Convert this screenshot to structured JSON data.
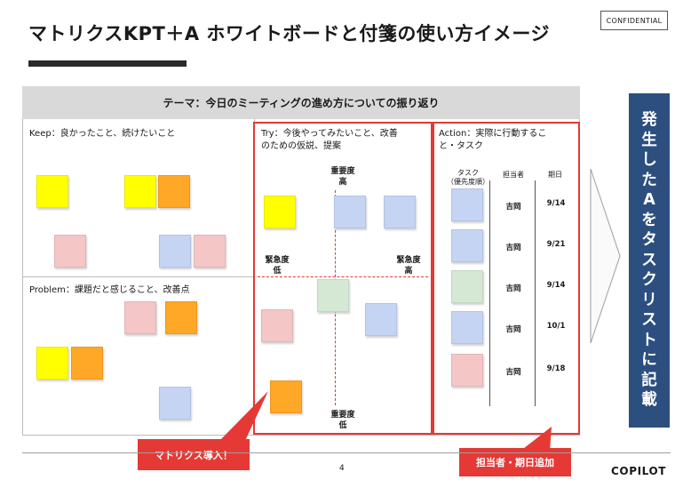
{
  "header": {
    "title": "マトリクスKPT＋A ホワイトボードと付箋の使い方イメージ",
    "confidential": "CONFIDENTIAL"
  },
  "board": {
    "theme": "テーマ：今日のミーティングの進め方についての振り返り",
    "keep_label": "Keep：良かったこと、続けたいこと",
    "problem_label": "Problem：課題だと感じること、改善点",
    "try_label_line1": "Try：今後やってみたいこと、改善",
    "try_label_line2": "のための仮説、提案",
    "action_label_line1": "Action：実際に行動するこ",
    "action_label_line2": "と・タスク"
  },
  "matrix": {
    "importance": "重要度",
    "urgency": "緊急度",
    "high": "高",
    "low": "低"
  },
  "action_table": {
    "task_header_line1": "タスク",
    "task_header_line2": "（優先度順）",
    "owner_header": "担当者",
    "due_header": "期日",
    "rows": [
      {
        "color": "blue",
        "owner": "吉岡",
        "due": "9/14"
      },
      {
        "color": "blue",
        "owner": "吉岡",
        "due": "9/21"
      },
      {
        "color": "green",
        "owner": "吉岡",
        "due": "9/14"
      },
      {
        "color": "blue",
        "owner": "吉岡",
        "due": "10/1"
      },
      {
        "color": "pink",
        "owner": "吉岡",
        "due": "9/18"
      }
    ]
  },
  "side_banner": {
    "chars": [
      "発",
      "生",
      "し",
      "た",
      "A",
      "を",
      "タ",
      "ス",
      "ク",
      "リ",
      "ス",
      "ト",
      "に",
      "記",
      "載"
    ]
  },
  "callouts": {
    "matrix": "マトリクス導入！",
    "owner_due": "担当者・期日追加"
  },
  "footer": {
    "page": "4",
    "logo": "COPILOT"
  },
  "colors": {
    "accent_red": "#e53935",
    "banner_blue": "#2c4f80",
    "yellow_note": "#ffff00",
    "orange_note": "#ffa726",
    "pink_note": "#f4c6c6",
    "blue_note": "#c5d4f3",
    "green_note": "#d5e8d4"
  }
}
